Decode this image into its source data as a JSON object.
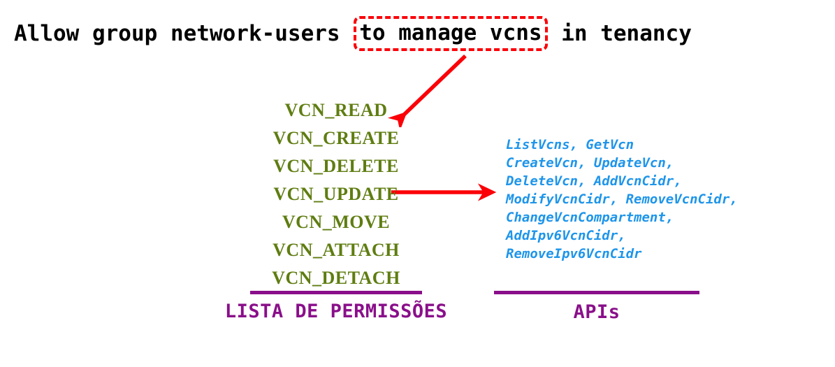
{
  "policy": {
    "prefix": "Allow group network-users ",
    "highlight": "to manage vcns",
    "suffix": " in tenancy",
    "highlight_border_color": "#fb0007"
  },
  "arrows": {
    "policy_to_permissions": {
      "name": "arrow-policy-to-permissions",
      "color": "#fb0007",
      "direction": "down-left"
    },
    "permissions_to_apis": {
      "name": "arrow-permissions-to-apis",
      "color": "#fb0007",
      "direction": "right"
    }
  },
  "permissions": {
    "color": "#5f7d11",
    "items": [
      "VCN_READ",
      "VCN_CREATE",
      "VCN_DELETE",
      "VCN_UPDATE",
      "VCN_MOVE",
      "VCN_ATTACH",
      "VCN_DETACH"
    ]
  },
  "apis": {
    "color": "#1e95ea",
    "lines": [
      "ListVcns, GetVcn",
      "CreateVcn, UpdateVcn,",
      "DeleteVcn, AddVcnCidr,",
      "ModifyVcnCidr, RemoveVcnCidr,",
      "ChangeVcnCompartment,",
      "AddIpv6VcnCidr,",
      "RemoveIpv6VcnCidr"
    ]
  },
  "captions": {
    "color": "#8a0f8a",
    "permissions_label": "LISTA DE PERMISSÕES",
    "apis_label": "APIs"
  }
}
